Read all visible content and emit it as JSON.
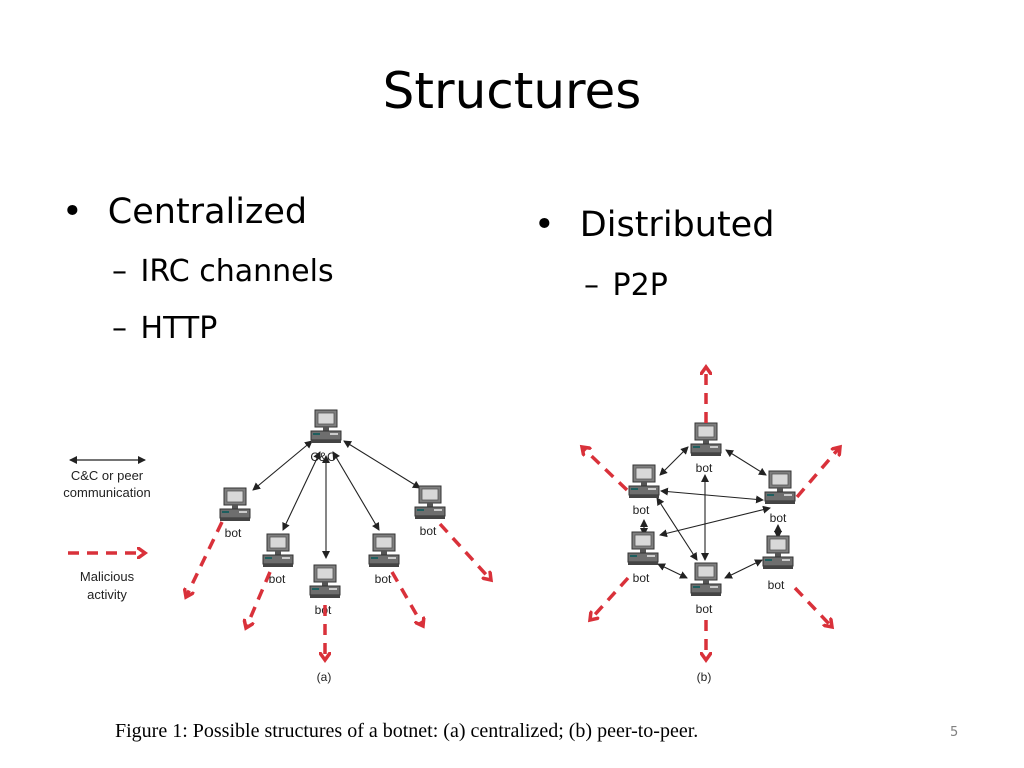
{
  "slide": {
    "title": "Structures",
    "page_number": "5"
  },
  "left_column": {
    "bullet": "Centralized",
    "subitems": [
      "IRC channels",
      "HTTP"
    ]
  },
  "right_column": {
    "bullet": "Distributed",
    "subitems": [
      "P2P"
    ]
  },
  "figure": {
    "legend": {
      "comm_label_line1": "C&C or peer",
      "comm_label_line2": "communication",
      "mal_label_line1": "Malicious",
      "mal_label_line2": "activity"
    },
    "diagram_a": {
      "center_label": "C&C",
      "bot_label": "bot",
      "sub_label": "(a)"
    },
    "diagram_b": {
      "bot_label": "bot",
      "sub_label": "(b)"
    },
    "caption": "Figure 1: Possible structures of a botnet: (a) centralized; (b) peer-to-peer.",
    "malicious_color": "#d9313a"
  }
}
